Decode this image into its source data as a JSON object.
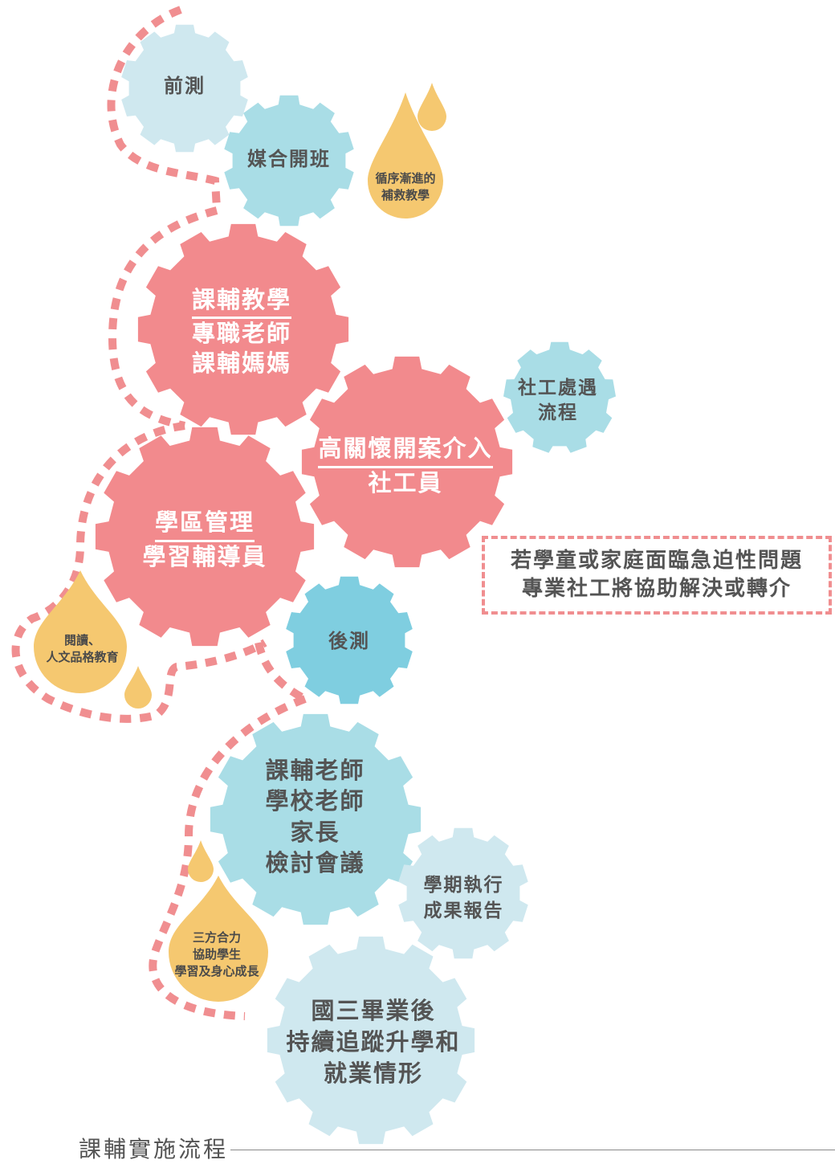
{
  "colors": {
    "gear_pale": "#cfe8ef",
    "gear_light": "#a9dde6",
    "gear_mid": "#7fcee0",
    "gear_red": "#f28a8d",
    "drop_yellow": "#f5c870",
    "dash_red": "#f08e90"
  },
  "gears": {
    "pretest": {
      "lines": [
        "前測"
      ]
    },
    "matching": {
      "lines": [
        "媒合開班"
      ]
    },
    "teaching": {
      "lines": [
        "課輔教學",
        "專職老師",
        "課輔媽媽"
      ]
    },
    "social": {
      "lines": [
        "高關懷開案介入",
        "社工員"
      ]
    },
    "sw_process": {
      "lines": [
        "社工處遇",
        "流程"
      ]
    },
    "district": {
      "lines": [
        "學區管理",
        "學習輔導員"
      ]
    },
    "posttest": {
      "lines": [
        "後測"
      ]
    },
    "meeting": {
      "lines": [
        "課輔老師",
        "學校老師",
        "家長",
        "檢討會議"
      ]
    },
    "report": {
      "lines": [
        "學期執行",
        "成果報告"
      ]
    },
    "graduate": {
      "lines": [
        "國三畢業後",
        "持續追蹤升學和",
        "就業情形"
      ]
    }
  },
  "drops": {
    "remedial": {
      "lines": [
        "循序漸進的",
        "補救教學"
      ]
    },
    "reading": {
      "lines": [
        "閱讀、",
        "人文品格教育"
      ]
    },
    "cooperation": {
      "lines": [
        "三方合力",
        "協助學生",
        "學習及身心成長"
      ]
    }
  },
  "note": {
    "lines": [
      "若學童或家庭面臨急迫性問題",
      "專業社工將協助解決或轉介"
    ]
  },
  "caption": "課輔實施流程"
}
